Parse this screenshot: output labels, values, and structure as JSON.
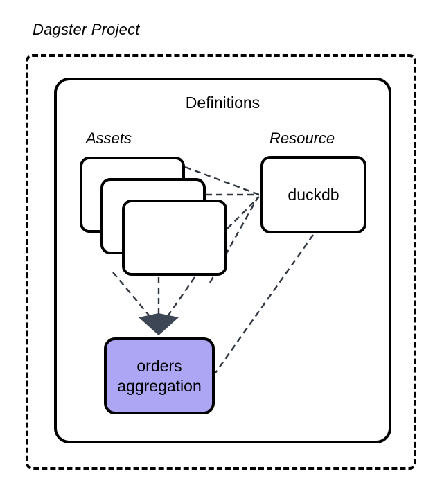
{
  "diagram": {
    "type": "architecture-diagram",
    "title": "Dagster Project",
    "colors": {
      "background": "#ffffff",
      "stroke": "#000000",
      "edge": "#2f3640",
      "arrowhead": "#3d4654",
      "orders_node_fill": "#ada6f5"
    },
    "boundary": {
      "label": "Dagster Project",
      "style": "dashed"
    },
    "container": {
      "label": "Definitions",
      "style": "solid-rounded"
    },
    "groups": [
      {
        "id": "assets",
        "label": "Assets"
      },
      {
        "id": "resource",
        "label": "Resource"
      }
    ],
    "nodes": [
      {
        "id": "asset-1",
        "label": "",
        "group": "assets",
        "fill": "#ffffff"
      },
      {
        "id": "asset-2",
        "label": "",
        "group": "assets",
        "fill": "#ffffff"
      },
      {
        "id": "asset-3",
        "label": "",
        "group": "assets",
        "fill": "#ffffff"
      },
      {
        "id": "duckdb",
        "label": "duckdb",
        "group": "resource",
        "fill": "#ffffff"
      },
      {
        "id": "orders-aggregation",
        "label_line_1": "orders",
        "label_line_2": "aggregation",
        "fill": "#ada6f5"
      }
    ],
    "edges": [
      {
        "from": "asset-1",
        "to": "duckdb",
        "style": "dashed"
      },
      {
        "from": "asset-2",
        "to": "duckdb",
        "style": "dashed"
      },
      {
        "from": "asset-3",
        "to": "duckdb",
        "style": "dashed"
      },
      {
        "from": "asset-1",
        "to": "orders-aggregation",
        "style": "dashed",
        "arrow": true
      },
      {
        "from": "asset-2",
        "to": "orders-aggregation",
        "style": "dashed",
        "arrow": true
      },
      {
        "from": "asset-3",
        "to": "orders-aggregation",
        "style": "dashed",
        "arrow": true
      },
      {
        "from": "duckdb",
        "to": "orders-aggregation",
        "style": "dashed"
      }
    ]
  }
}
